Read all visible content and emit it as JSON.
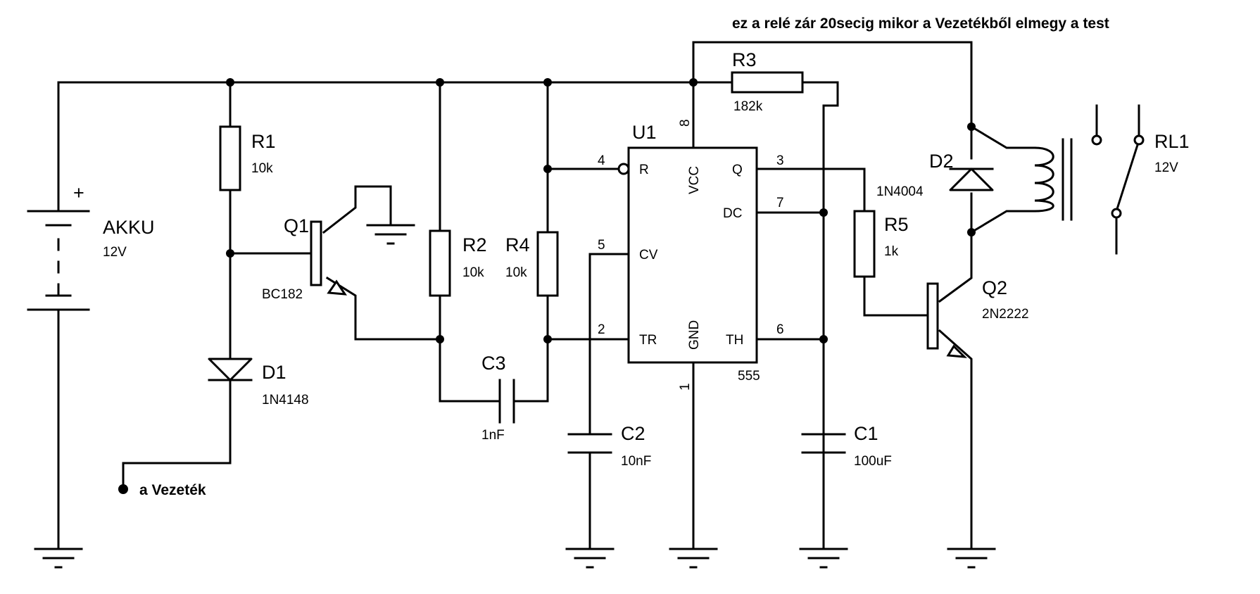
{
  "note": "ez a relé zár 20secig mikor a Vezetékből elmegy a test",
  "battery": {
    "ref": "AKKU",
    "value": "12V",
    "plus": "+"
  },
  "r1": {
    "ref": "R1",
    "value": "10k"
  },
  "r2": {
    "ref": "R2",
    "value": "10k"
  },
  "r3": {
    "ref": "R3",
    "value": "182k"
  },
  "r4": {
    "ref": "R4",
    "value": "10k"
  },
  "r5": {
    "ref": "R5",
    "value": "1k"
  },
  "q1": {
    "ref": "Q1",
    "value": "BC182"
  },
  "q2": {
    "ref": "Q2",
    "value": "2N2222"
  },
  "d1": {
    "ref": "D1",
    "value": "1N4148"
  },
  "d2": {
    "ref": "D2",
    "value": "1N4004"
  },
  "c1": {
    "ref": "C1",
    "value": "100uF"
  },
  "c2": {
    "ref": "C2",
    "value": "10nF"
  },
  "c3": {
    "ref": "C3",
    "value": "1nF"
  },
  "rl1": {
    "ref": "RL1",
    "value": "12V"
  },
  "u1": {
    "ref": "U1",
    "value": "555",
    "pins": {
      "r": "R",
      "vcc": "VCC",
      "q": "Q",
      "dc": "DC",
      "cv": "CV",
      "tr": "TR",
      "gnd": "GND",
      "th": "TH"
    },
    "pin_numbers": {
      "p1": "1",
      "p2": "2",
      "p3": "3",
      "p4": "4",
      "p5": "5",
      "p6": "6",
      "p7": "7",
      "p8": "8"
    }
  },
  "wire_label": "a Vezeték"
}
